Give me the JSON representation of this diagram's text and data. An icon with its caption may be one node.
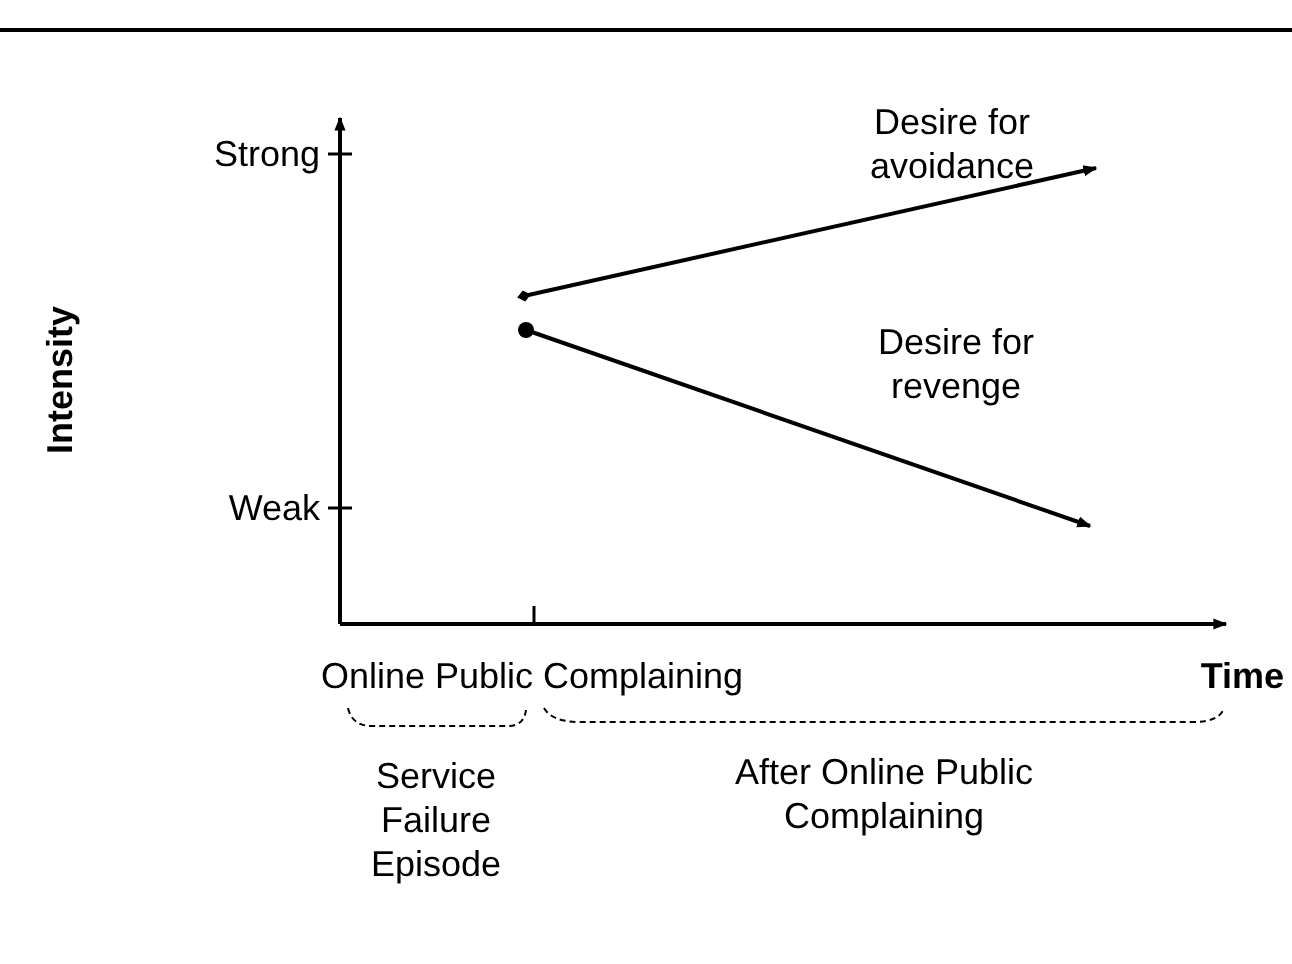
{
  "diagram": {
    "labels": [
      "Desire for avoidance",
      "Strong",
      "Intensity",
      "Desire for revenge",
      "Weak",
      "Online Public Complaining",
      "Time",
      "Service Failure Episode",
      "After Online Public Complaining"
    ]
  }
}
